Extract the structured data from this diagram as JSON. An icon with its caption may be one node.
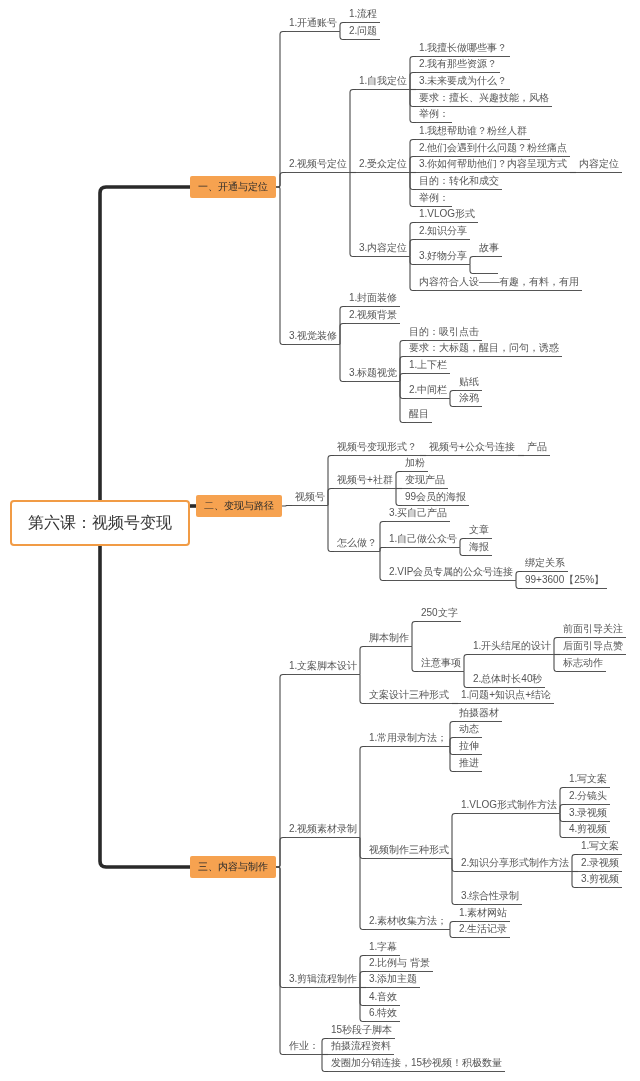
{
  "diagram": {
    "nodes": [
      {
        "text": [
          "第六课：视频号变现"
        ]
      },
      {
        "text": [
          "一、开通与定位"
        ]
      },
      {
        "text": [
          "1.开通账号"
        ]
      },
      {
        "text": [
          "1.流程"
        ]
      },
      {
        "text": [
          "2.问题"
        ]
      },
      {
        "text": [
          "2.视频号定位"
        ]
      },
      {
        "text": [
          "1.自我定位"
        ]
      },
      {
        "text": [
          "1.我擅长做哪些事？"
        ]
      },
      {
        "text": [
          "2.我有那些资源？"
        ]
      },
      {
        "text": [
          "3.未来要成为什么？"
        ]
      },
      {
        "text": [
          "要求：擅长、兴趣技能，风格"
        ]
      },
      {
        "text": [
          "举例："
        ]
      },
      {
        "text": [
          "2.受众定位"
        ]
      },
      {
        "text": [
          "1.我想帮助谁？粉丝人群"
        ]
      },
      {
        "text": [
          "2.他们会遇到什么问题？粉丝痛点"
        ]
      },
      {
        "text": [
          "3.你如何帮助他们？内容呈现方式"
        ]
      },
      {
        "text": [
          "内容定位"
        ]
      },
      {
        "text": [
          "目的：转化和成交"
        ]
      },
      {
        "text": [
          "举例："
        ]
      },
      {
        "text": [
          "3.内容定位"
        ]
      },
      {
        "text": [
          "1.VLOG形式"
        ]
      },
      {
        "text": [
          "2.知识分享"
        ]
      },
      {
        "text": [
          "3.好物分享"
        ]
      },
      {
        "text": [
          "故事"
        ]
      },
      {
        "text": [],
        "shape": "line"
      },
      {
        "text": [
          "内容符合人设——有趣，有料，有用"
        ]
      },
      {
        "text": [
          "3.视觉装修"
        ]
      },
      {
        "text": [
          "1.封面装修"
        ]
      },
      {
        "text": [
          "2.视频背景"
        ]
      },
      {
        "text": [
          "3.标题视觉"
        ]
      },
      {
        "text": [
          "目的：吸引点击"
        ]
      },
      {
        "text": [
          "要求：大标题，醒目，问句，诱惑"
        ]
      },
      {
        "text": [
          "1.上下栏"
        ]
      },
      {
        "text": [
          "2.中间栏"
        ]
      },
      {
        "text": [
          "贴纸"
        ]
      },
      {
        "text": [
          "涂鸦"
        ]
      },
      {
        "text": [
          "醒目"
        ]
      },
      {
        "text": [
          "二、变现与路径"
        ]
      },
      {
        "text": [
          "视频号"
        ]
      },
      {
        "text": [
          "视频号变现形式？"
        ]
      },
      {
        "text": [
          "视频号+公众号连接"
        ]
      },
      {
        "text": [
          "产品"
        ]
      },
      {
        "text": [
          "视频号+社群"
        ]
      },
      {
        "text": [
          "加粉"
        ]
      },
      {
        "text": [
          "变现产品"
        ]
      },
      {
        "text": [
          "99会员的海报"
        ]
      },
      {
        "text": [
          "怎么做？"
        ]
      },
      {
        "text": [
          "3.买自己产品"
        ]
      },
      {
        "text": [
          "1.自己做公众号"
        ]
      },
      {
        "text": [
          "文章"
        ]
      },
      {
        "text": [
          "海报"
        ]
      },
      {
        "text": [
          "2.VIP会员专属的公众号连接"
        ]
      },
      {
        "text": [
          "绑定关系"
        ]
      },
      {
        "text": [
          "99+3600【25%】"
        ]
      },
      {
        "text": [
          "三、内容与制作"
        ]
      },
      {
        "text": [
          "1.文案脚本设计"
        ]
      },
      {
        "text": [
          "脚本制作"
        ]
      },
      {
        "text": [
          "250文字"
        ]
      },
      {
        "text": [
          "注意事项"
        ]
      },
      {
        "text": [
          "1.开头结尾的设计"
        ]
      },
      {
        "text": [
          "前面引导关注"
        ]
      },
      {
        "text": [
          "后面引导点赞"
        ]
      },
      {
        "text": [
          "标志动作"
        ]
      },
      {
        "text": [
          "2.总体时长40秒"
        ]
      },
      {
        "text": [
          "文案设计三种形式"
        ]
      },
      {
        "text": [
          "1.问题+知识点+结论"
        ]
      },
      {
        "text": [
          "2.视频素材录制"
        ]
      },
      {
        "text": [
          "1.常用录制方法；"
        ]
      },
      {
        "text": [
          "拍摄器材"
        ]
      },
      {
        "text": [
          "动态"
        ]
      },
      {
        "text": [
          "拉伸"
        ]
      },
      {
        "text": [
          "推进"
        ]
      },
      {
        "text": [
          "视频制作三种形式"
        ]
      },
      {
        "text": [
          "1.VLOG形式制作方法"
        ]
      },
      {
        "text": [
          "1.写文案"
        ]
      },
      {
        "text": [
          "2.分镜头"
        ]
      },
      {
        "text": [
          "3.录视频"
        ]
      },
      {
        "text": [
          "4.剪视频"
        ]
      },
      {
        "text": [
          "2.知识分享形式制作方法"
        ]
      },
      {
        "text": [
          "1.写文案"
        ]
      },
      {
        "text": [
          "2.录视频"
        ]
      },
      {
        "text": [
          "3.剪视频"
        ]
      },
      {
        "text": [
          "3.综合性录制"
        ]
      },
      {
        "text": [
          "2.素材收集方法；"
        ]
      },
      {
        "text": [
          "1.素材网站"
        ]
      },
      {
        "text": [
          "2.生活记录"
        ]
      },
      {
        "text": [
          "3.剪辑流程制作"
        ]
      },
      {
        "text": [
          "1.字幕"
        ]
      },
      {
        "text": [
          "2.比例与 背景"
        ]
      },
      {
        "text": [
          "3.添加主题"
        ]
      },
      {
        "text": [
          "4.音效"
        ]
      },
      {
        "text": [
          "6.特效"
        ]
      },
      {
        "text": [
          "作业："
        ]
      },
      {
        "text": [
          "15秒段子脚本"
        ]
      },
      {
        "text": [
          "拍摄流程资料"
        ]
      },
      {
        "text": [
          "发圈加分销连接，15秒视频！积极数量"
        ]
      }
    ],
    "edges": [
      {
        "from": 0,
        "to": 1,
        "arrow": "none",
        "style": "thick"
      },
      {
        "from": 1,
        "to": 2,
        "arrow": "none"
      },
      {
        "from": 2,
        "to": 3,
        "arrow": "none"
      },
      {
        "from": 2,
        "to": 4,
        "arrow": "none"
      },
      {
        "from": 1,
        "to": 5,
        "arrow": "none"
      },
      {
        "from": 5,
        "to": 6,
        "arrow": "none"
      },
      {
        "from": 6,
        "to": 7,
        "arrow": "none"
      },
      {
        "from": 6,
        "to": 8,
        "arrow": "none"
      },
      {
        "from": 6,
        "to": 9,
        "arrow": "none"
      },
      {
        "from": 6,
        "to": 10,
        "arrow": "none"
      },
      {
        "from": 6,
        "to": 11,
        "arrow": "none"
      },
      {
        "from": 5,
        "to": 12,
        "arrow": "none"
      },
      {
        "from": 12,
        "to": 13,
        "arrow": "none"
      },
      {
        "from": 12,
        "to": 14,
        "arrow": "none"
      },
      {
        "from": 12,
        "to": 15,
        "arrow": "none"
      },
      {
        "from": 15,
        "to": 16,
        "arrow": "none"
      },
      {
        "from": 12,
        "to": 17,
        "arrow": "none"
      },
      {
        "from": 12,
        "to": 18,
        "arrow": "none"
      },
      {
        "from": 5,
        "to": 19,
        "arrow": "none"
      },
      {
        "from": 19,
        "to": 20,
        "arrow": "none"
      },
      {
        "from": 19,
        "to": 21,
        "arrow": "none"
      },
      {
        "from": 19,
        "to": 22,
        "arrow": "none"
      },
      {
        "from": 22,
        "to": 23,
        "arrow": "none"
      },
      {
        "from": 22,
        "to": 24,
        "arrow": "none"
      },
      {
        "from": 19,
        "to": 25,
        "arrow": "none"
      },
      {
        "from": 1,
        "to": 26,
        "arrow": "none"
      },
      {
        "from": 26,
        "to": 27,
        "arrow": "none"
      },
      {
        "from": 26,
        "to": 28,
        "arrow": "none"
      },
      {
        "from": 26,
        "to": 29,
        "arrow": "none"
      },
      {
        "from": 29,
        "to": 30,
        "arrow": "none"
      },
      {
        "from": 29,
        "to": 31,
        "arrow": "none"
      },
      {
        "from": 29,
        "to": 32,
        "arrow": "none"
      },
      {
        "from": 29,
        "to": 33,
        "arrow": "none"
      },
      {
        "from": 33,
        "to": 34,
        "arrow": "none"
      },
      {
        "from": 33,
        "to": 35,
        "arrow": "none"
      },
      {
        "from": 29,
        "to": 36,
        "arrow": "none"
      },
      {
        "from": 0,
        "to": 37,
        "arrow": "none",
        "style": "thick"
      },
      {
        "from": 37,
        "to": 38,
        "arrow": "none"
      },
      {
        "from": 38,
        "to": 39,
        "arrow": "none"
      },
      {
        "from": 39,
        "to": 40,
        "arrow": "none"
      },
      {
        "from": 40,
        "to": 41,
        "arrow": "none"
      },
      {
        "from": 38,
        "to": 42,
        "arrow": "none"
      },
      {
        "from": 42,
        "to": 43,
        "arrow": "none"
      },
      {
        "from": 42,
        "to": 44,
        "arrow": "none"
      },
      {
        "from": 42,
        "to": 45,
        "arrow": "none"
      },
      {
        "from": 38,
        "to": 46,
        "arrow": "none"
      },
      {
        "from": 46,
        "to": 47,
        "arrow": "none"
      },
      {
        "from": 46,
        "to": 48,
        "arrow": "none"
      },
      {
        "from": 48,
        "to": 49,
        "arrow": "none"
      },
      {
        "from": 48,
        "to": 50,
        "arrow": "none"
      },
      {
        "from": 46,
        "to": 51,
        "arrow": "none"
      },
      {
        "from": 51,
        "to": 52,
        "arrow": "none"
      },
      {
        "from": 51,
        "to": 53,
        "arrow": "none"
      },
      {
        "from": 0,
        "to": 54,
        "arrow": "none",
        "style": "thick"
      },
      {
        "from": 54,
        "to": 55,
        "arrow": "none"
      },
      {
        "from": 55,
        "to": 56,
        "arrow": "none"
      },
      {
        "from": 56,
        "to": 57,
        "arrow": "none"
      },
      {
        "from": 56,
        "to": 58,
        "arrow": "none"
      },
      {
        "from": 58,
        "to": 59,
        "arrow": "none"
      },
      {
        "from": 59,
        "to": 60,
        "arrow": "none"
      },
      {
        "from": 59,
        "to": 61,
        "arrow": "none"
      },
      {
        "from": 59,
        "to": 62,
        "arrow": "none"
      },
      {
        "from": 58,
        "to": 63,
        "arrow": "none"
      },
      {
        "from": 55,
        "to": 64,
        "arrow": "none"
      },
      {
        "from": 64,
        "to": 65,
        "arrow": "none"
      },
      {
        "from": 54,
        "to": 66,
        "arrow": "none"
      },
      {
        "from": 66,
        "to": 67,
        "arrow": "none"
      },
      {
        "from": 67,
        "to": 68,
        "arrow": "none"
      },
      {
        "from": 67,
        "to": 69,
        "arrow": "none"
      },
      {
        "from": 67,
        "to": 70,
        "arrow": "none"
      },
      {
        "from": 67,
        "to": 71,
        "arrow": "none"
      },
      {
        "from": 66,
        "to": 72,
        "arrow": "none"
      },
      {
        "from": 72,
        "to": 73,
        "arrow": "none"
      },
      {
        "from": 73,
        "to": 74,
        "arrow": "none"
      },
      {
        "from": 73,
        "to": 75,
        "arrow": "none"
      },
      {
        "from": 73,
        "to": 76,
        "arrow": "none"
      },
      {
        "from": 73,
        "to": 77,
        "arrow": "none"
      },
      {
        "from": 72,
        "to": 78,
        "arrow": "none"
      },
      {
        "from": 78,
        "to": 79,
        "arrow": "none"
      },
      {
        "from": 78,
        "to": 80,
        "arrow": "none"
      },
      {
        "from": 78,
        "to": 81,
        "arrow": "none"
      },
      {
        "from": 72,
        "to": 82,
        "arrow": "none"
      },
      {
        "from": 66,
        "to": 83,
        "arrow": "none"
      },
      {
        "from": 83,
        "to": 84,
        "arrow": "none"
      },
      {
        "from": 83,
        "to": 85,
        "arrow": "none"
      },
      {
        "from": 54,
        "to": 86,
        "arrow": "none"
      },
      {
        "from": 86,
        "to": 87,
        "arrow": "none"
      },
      {
        "from": 86,
        "to": 88,
        "arrow": "none"
      },
      {
        "from": 86,
        "to": 89,
        "arrow": "none"
      },
      {
        "from": 86,
        "to": 90,
        "arrow": "none"
      },
      {
        "from": 86,
        "to": 91,
        "arrow": "none"
      },
      {
        "from": 54,
        "to": 92,
        "arrow": "none"
      },
      {
        "from": 92,
        "to": 93,
        "arrow": "none"
      },
      {
        "from": 92,
        "to": 94,
        "arrow": "none"
      },
      {
        "from": 92,
        "to": 95,
        "arrow": "none"
      }
    ]
  }
}
